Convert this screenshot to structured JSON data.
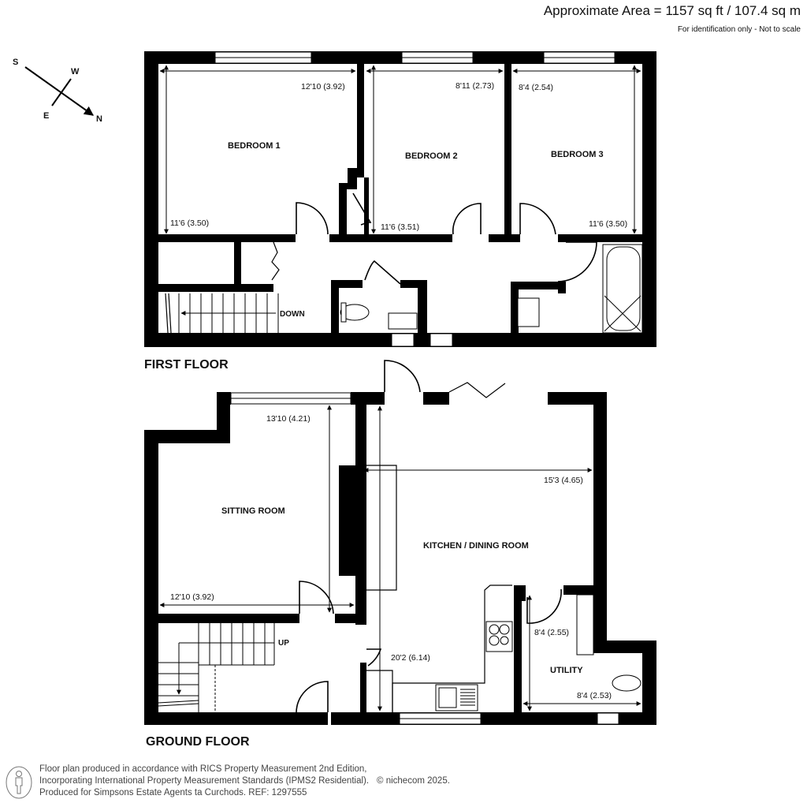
{
  "header": {
    "area": "Approximate Area = 1157 sq ft / 107.4 sq m",
    "disclaimer": "For identification only - Not to scale"
  },
  "compass": {
    "s": "S",
    "w": "W",
    "e": "E",
    "n": "N"
  },
  "first_floor": {
    "label": "FIRST FLOOR",
    "rooms": [
      {
        "name": "BEDROOM 1",
        "width": "12'10 (3.92)",
        "depth": "11'6 (3.50)"
      },
      {
        "name": "BEDROOM 2",
        "width": "8'11 (2.73)",
        "depth": "11'6 (3.51)"
      },
      {
        "name": "BEDROOM 3",
        "width": "8'4 (2.54)",
        "depth": "11'6 (3.50)"
      }
    ],
    "stairs_label": "DOWN"
  },
  "ground_floor": {
    "label": "GROUND FLOOR",
    "rooms": [
      {
        "name": "SITTING ROOM",
        "depth": "13'10 (4.21)",
        "width": "12'10 (3.92)"
      },
      {
        "name": "KITCHEN / DINING ROOM",
        "width": "15'3 (4.65)",
        "depth": "20'2 (6.14)"
      },
      {
        "name": "UTILITY",
        "depth": "8'4 (2.55)",
        "width": "8'4 (2.53)"
      }
    ],
    "stairs_label": "UP"
  },
  "footer": {
    "line1": "Floor plan produced in accordance with RICS Property Measurement 2nd Edition,",
    "line2": "Incorporating International Property Measurement Standards (IPMS2 Residential).",
    "copyright": "© nichecom 2025.",
    "line3": "Produced for Simpsons Estate Agents ta Curchods.   REF: 1297555"
  }
}
